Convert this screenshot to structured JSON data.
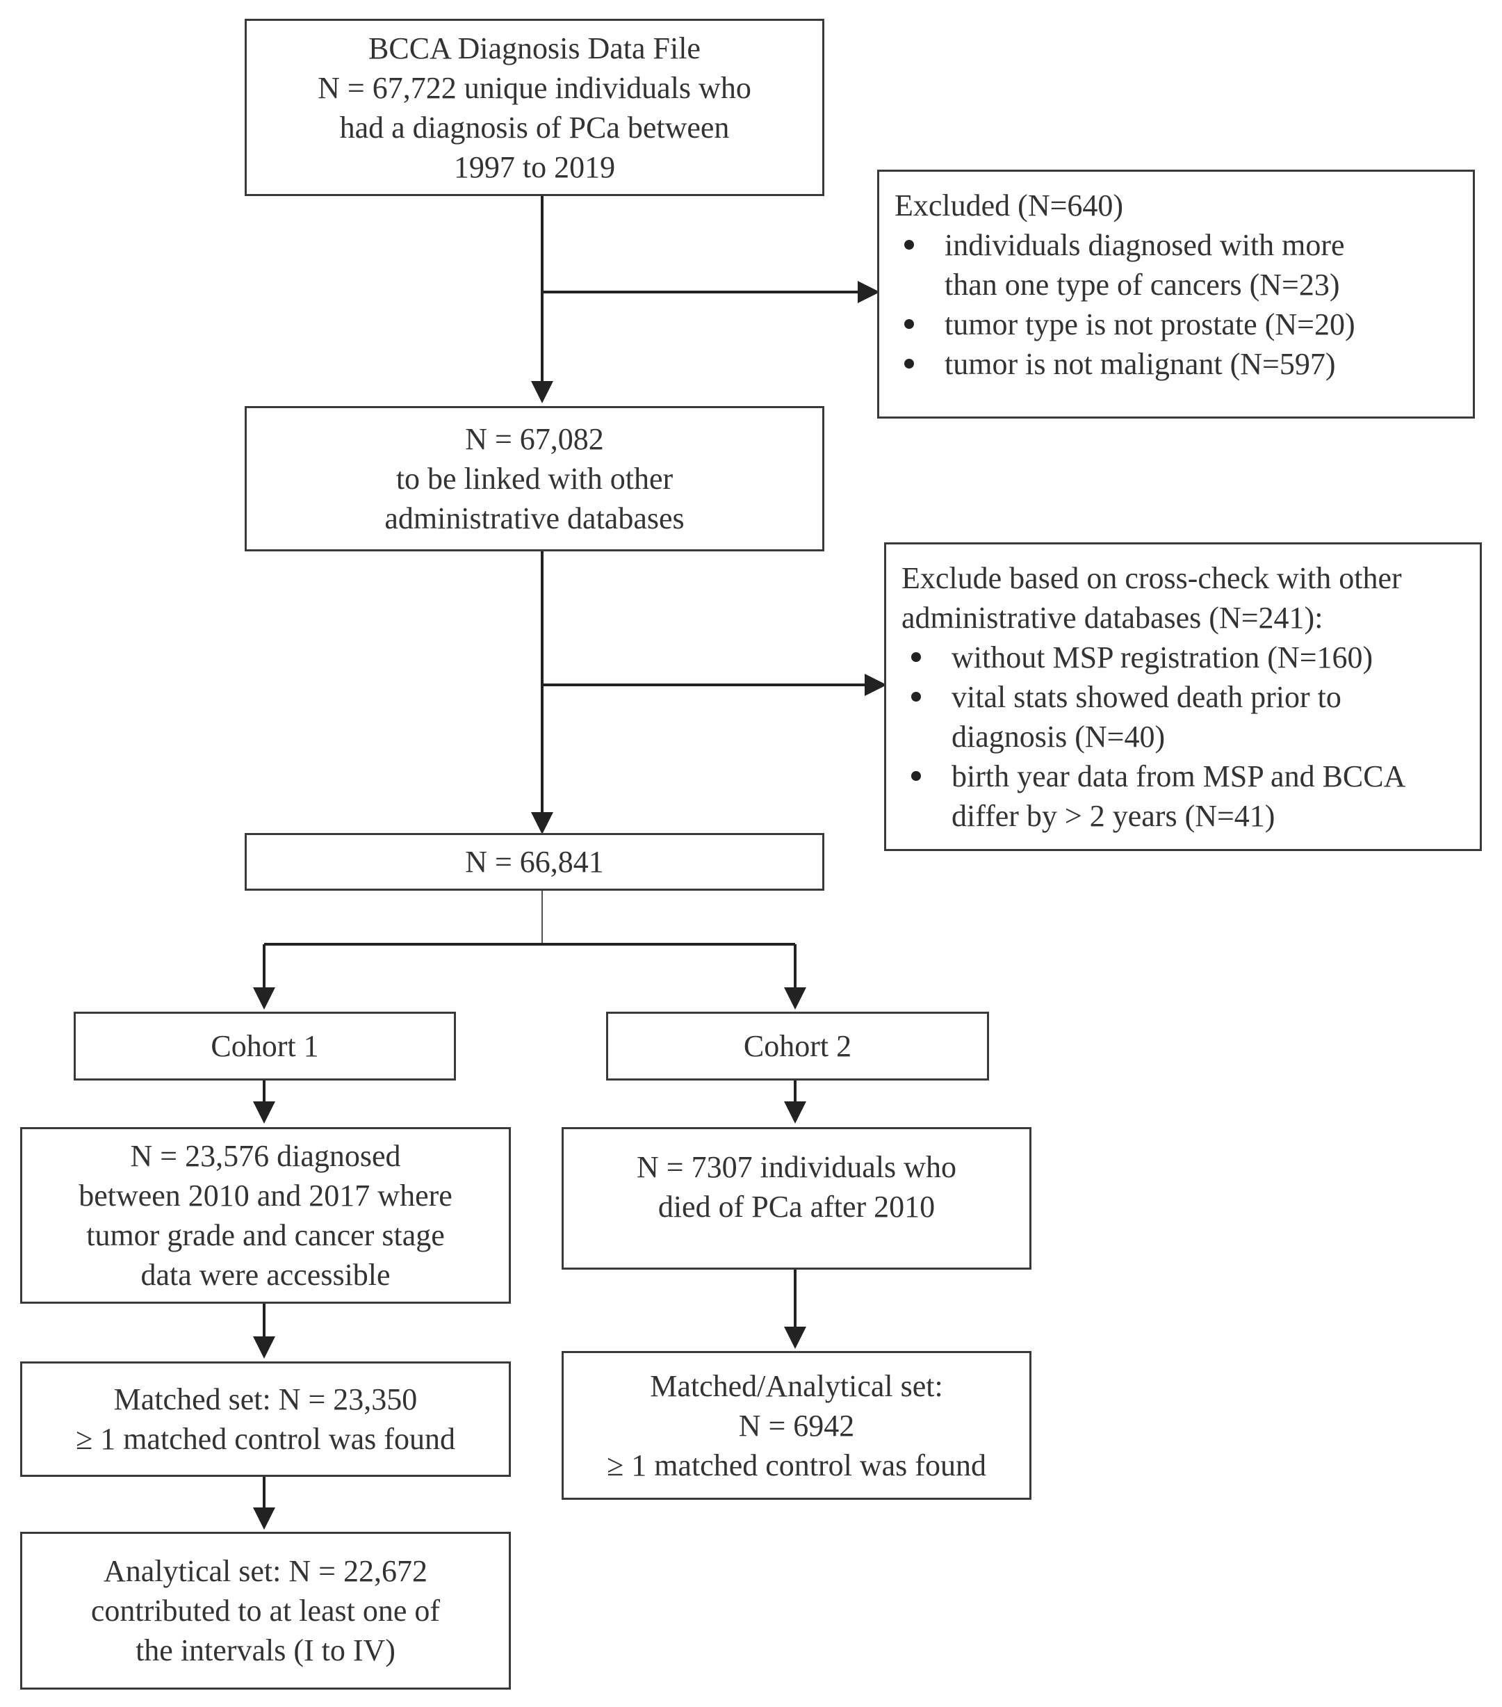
{
  "boxes": {
    "source": {
      "lines": [
        "BCCA Diagnosis Data File",
        "N = 67,722 unique individuals who",
        "had a diagnosis of PCa between",
        "1997 to 2019"
      ]
    },
    "excluded_1": {
      "title": "Excluded (N=640)",
      "bullets": [
        [
          "individuals diagnosed with more",
          "than one type of cancers (N=23)"
        ],
        [
          "tumor type is not prostate (N=20)"
        ],
        [
          "tumor is not malignant (N=597)"
        ]
      ]
    },
    "linked": {
      "lines": [
        "N = 67,082",
        "to be linked with other",
        "administrative databases"
      ]
    },
    "excluded_2": {
      "title_lines": [
        "Exclude based on cross-check with other",
        "administrative databases (N=241):"
      ],
      "bullets": [
        [
          "without MSP registration (N=160)"
        ],
        [
          "vital stats showed death prior to",
          "diagnosis (N=40)"
        ],
        [
          "birth year data from MSP and BCCA",
          "differ by > 2 years (N=41)"
        ]
      ]
    },
    "total": {
      "lines": [
        "N = 66,841"
      ]
    },
    "cohort1": {
      "label": "Cohort 1",
      "diagnosed": [
        "N = 23,576 diagnosed",
        "between 2010 and 2017 where",
        "tumor grade and cancer stage",
        "data were accessible"
      ],
      "matched": [
        "Matched set: N = 23,350",
        "≥ 1 matched control was found"
      ],
      "analytical": [
        "Analytical set: N = 22,672",
        "contributed to at least one of",
        "the intervals (I to IV)"
      ]
    },
    "cohort2": {
      "label": "Cohort 2",
      "died": [
        "N = 7307 individuals who",
        "died of PCa after 2010"
      ],
      "matched_analytical": [
        "Matched/Analytical set:",
        "N = 6942",
        "≥ 1 matched control was found"
      ]
    }
  },
  "colors": {
    "border": "#3a3a3a",
    "text": "#333333",
    "arrow": "#222222"
  }
}
